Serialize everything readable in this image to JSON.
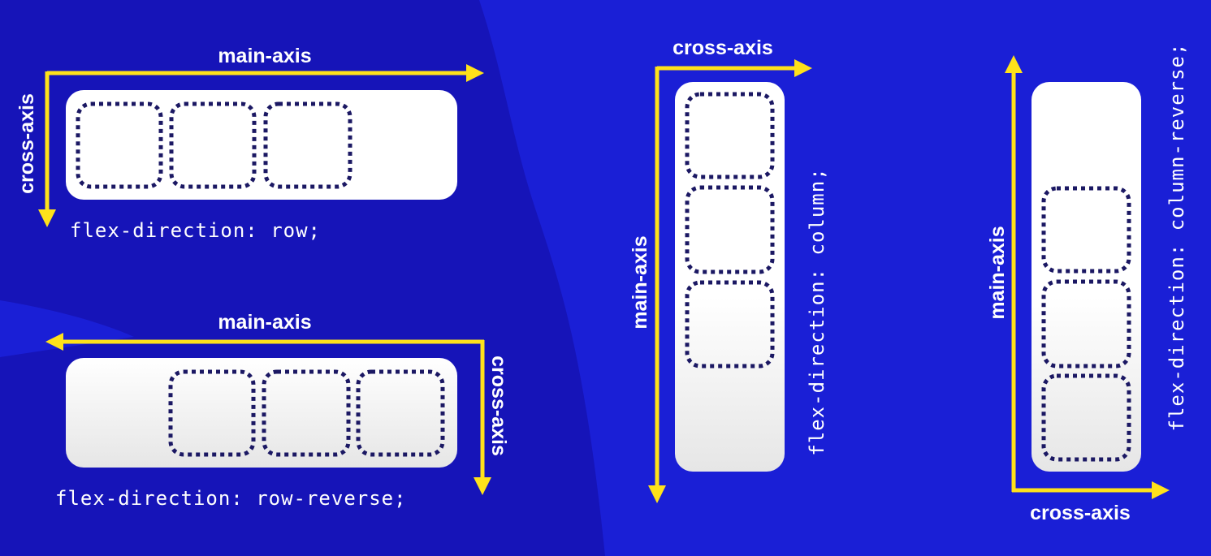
{
  "colors": {
    "background": "#1a1fd6",
    "background_dark": "#1614b8",
    "arrow": "#ffe21a",
    "item_border": "#1b1863",
    "container": "#ffffff"
  },
  "labels": {
    "main_axis": "main-axis",
    "cross_axis": "cross-axis"
  },
  "diagrams": {
    "row": {
      "code": "flex-direction: row;"
    },
    "row_reverse": {
      "code": "flex-direction: row-reverse;"
    },
    "column": {
      "code": "flex-direction: column;"
    },
    "column_reverse": {
      "code": "flex-direction: column-reverse;"
    }
  }
}
